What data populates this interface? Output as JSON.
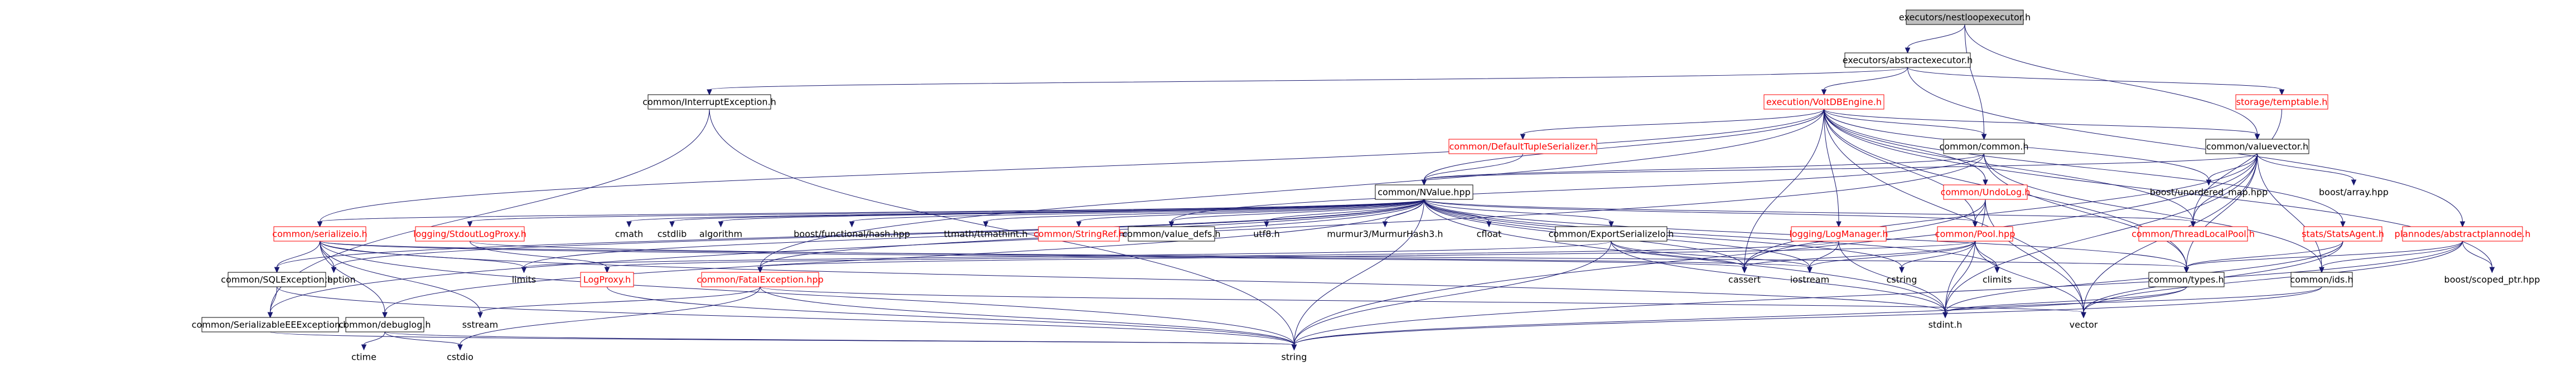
{
  "graph": {
    "colors": {
      "edge": "#191970",
      "truncated_border": "#ff0000",
      "root_fill": "#bfbfbf",
      "node_border": "#000000"
    },
    "nodes": [
      {
        "id": "root",
        "label": "executors/nestloopexecutor.h",
        "style": "root"
      },
      {
        "id": "abstractexecutor",
        "label": "executors/abstractexecutor.h",
        "style": "normal"
      },
      {
        "id": "interrupt",
        "label": "common/InterruptException.h",
        "style": "normal"
      },
      {
        "id": "voltdbengine",
        "label": "execution/VoltDBEngine.h",
        "style": "trunc"
      },
      {
        "id": "temptable",
        "label": "storage/temptable.h",
        "style": "trunc"
      },
      {
        "id": "valuevector",
        "label": "common/valuevector.h",
        "style": "normal"
      },
      {
        "id": "commonh",
        "label": "common/common.h",
        "style": "normal"
      },
      {
        "id": "deftuple",
        "label": "common/DefaultTupleSerializer.h",
        "style": "trunc"
      },
      {
        "id": "undolog",
        "label": "common/UndoLog.h",
        "style": "trunc"
      },
      {
        "id": "unordered",
        "label": "boost/unordered_map.hpp",
        "style": "ext"
      },
      {
        "id": "boostarray",
        "label": "boost/array.hpp",
        "style": "ext"
      },
      {
        "id": "nvalue",
        "label": "common/NValue.hpp",
        "style": "normal"
      },
      {
        "id": "serializeio",
        "label": "common/serializeio.h",
        "style": "trunc"
      },
      {
        "id": "stdoutlog",
        "label": "logging/StdoutLogProxy.h",
        "style": "trunc"
      },
      {
        "id": "cmath",
        "label": "cmath",
        "style": "ext"
      },
      {
        "id": "cstdlib",
        "label": "cstdlib",
        "style": "ext"
      },
      {
        "id": "algorithm",
        "label": "algorithm",
        "style": "ext"
      },
      {
        "id": "functionalhash",
        "label": "boost/functional/hash.hpp",
        "style": "ext"
      },
      {
        "id": "ttmath",
        "label": "ttmath/ttmathint.h",
        "style": "ext"
      },
      {
        "id": "stringref",
        "label": "common/StringRef.h",
        "style": "trunc"
      },
      {
        "id": "valuedefs",
        "label": "common/value_defs.h",
        "style": "normal"
      },
      {
        "id": "utf8",
        "label": "utf8.h",
        "style": "ext"
      },
      {
        "id": "murmur",
        "label": "murmur3/MurmurHash3.h",
        "style": "ext"
      },
      {
        "id": "cfloat",
        "label": "cfloat",
        "style": "ext"
      },
      {
        "id": "exportser",
        "label": "common/ExportSerializeIo.h",
        "style": "normal"
      },
      {
        "id": "logmanager",
        "label": "logging/LogManager.h",
        "style": "trunc"
      },
      {
        "id": "poolhpp",
        "label": "common/Pool.hpp",
        "style": "trunc"
      },
      {
        "id": "threadlocal",
        "label": "common/ThreadLocalPool.h",
        "style": "trunc"
      },
      {
        "id": "statsagent",
        "label": "stats/StatsAgent.h",
        "style": "trunc"
      },
      {
        "id": "plannode",
        "label": "plannodes/abstractplannode.h",
        "style": "trunc"
      },
      {
        "id": "exception",
        "label": "exception",
        "style": "ext"
      },
      {
        "id": "sqlexception",
        "label": "common/SQLException.h",
        "style": "normal"
      },
      {
        "id": "limits",
        "label": "limits",
        "style": "ext"
      },
      {
        "id": "logproxy",
        "label": "LogProxy.h",
        "style": "trunc"
      },
      {
        "id": "fatalexception",
        "label": "common/FatalException.hpp",
        "style": "trunc"
      },
      {
        "id": "iostream",
        "label": "iostream",
        "style": "ext"
      },
      {
        "id": "cstring",
        "label": "cstring",
        "style": "ext"
      },
      {
        "id": "climits",
        "label": "climits",
        "style": "ext"
      },
      {
        "id": "cassert",
        "label": "cassert",
        "style": "ext"
      },
      {
        "id": "typesh",
        "label": "common/types.h",
        "style": "normal"
      },
      {
        "id": "idsh",
        "label": "common/ids.h",
        "style": "normal"
      },
      {
        "id": "scopedptr",
        "label": "boost/scoped_ptr.hpp",
        "style": "ext"
      },
      {
        "id": "serializable",
        "label": "common/SerializableEEException.h",
        "style": "normal"
      },
      {
        "id": "debuglog",
        "label": "common/debuglog.h",
        "style": "normal"
      },
      {
        "id": "sstream",
        "label": "sstream",
        "style": "ext"
      },
      {
        "id": "stdint",
        "label": "stdint.h",
        "style": "ext"
      },
      {
        "id": "vector",
        "label": "vector",
        "style": "ext"
      },
      {
        "id": "ctime",
        "label": "ctime",
        "style": "ext"
      },
      {
        "id": "cstdio",
        "label": "cstdio",
        "style": "ext"
      },
      {
        "id": "string",
        "label": "string",
        "style": "ext"
      }
    ]
  }
}
